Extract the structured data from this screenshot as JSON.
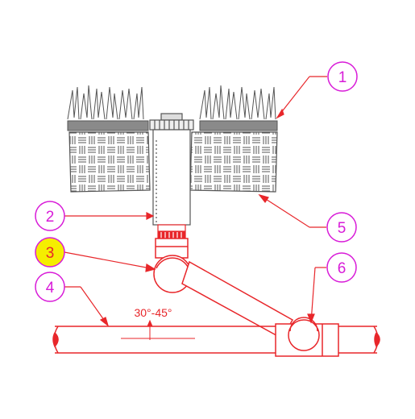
{
  "colors": {
    "leader": "#e8262a",
    "callout_circle": "#d81bd8",
    "callout_text": "#d81bd8",
    "highlight_fill": "#f5ee00",
    "highlight_text": "#e8262a",
    "pipe": "#e8262a",
    "equipment": "#555555",
    "background": "#ffffff"
  },
  "callouts": [
    {
      "id": "1",
      "label": "1",
      "highlighted": false
    },
    {
      "id": "2",
      "label": "2",
      "highlighted": false
    },
    {
      "id": "3",
      "label": "3",
      "highlighted": true
    },
    {
      "id": "4",
      "label": "4",
      "highlighted": false
    },
    {
      "id": "5",
      "label": "5",
      "highlighted": false
    },
    {
      "id": "6",
      "label": "6",
      "highlighted": false
    }
  ],
  "dimension": {
    "angle_label": "30°-45°"
  }
}
